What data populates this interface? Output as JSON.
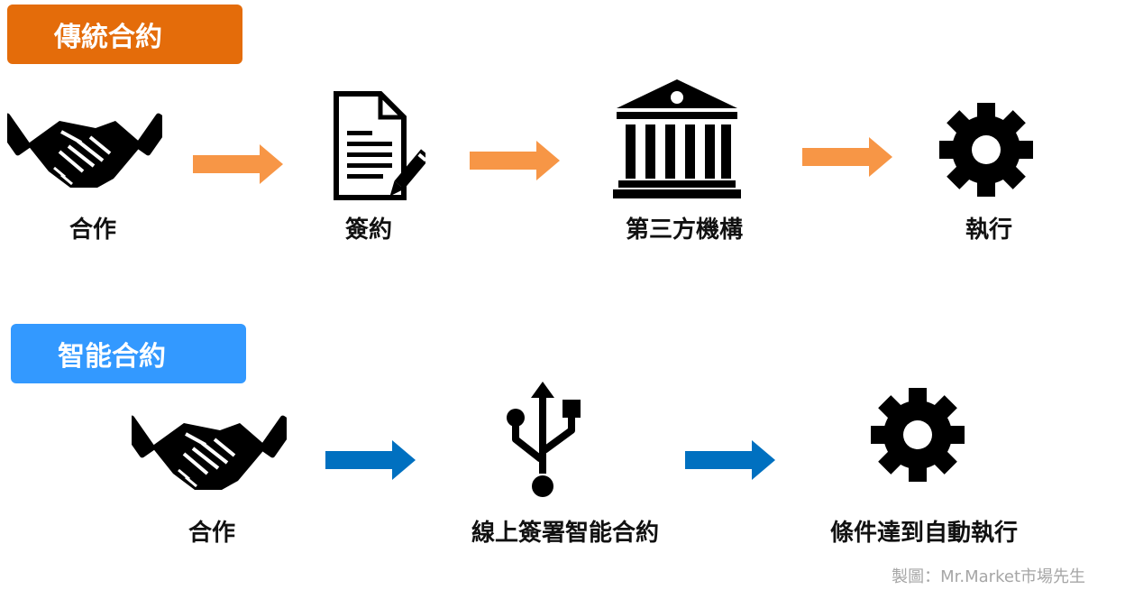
{
  "sections": {
    "traditional": {
      "title": "傳統合約",
      "color": "#e46c0a",
      "arrow_color": "#f79646",
      "steps": [
        "合作",
        "簽約",
        "第三方機構",
        "執行"
      ],
      "icons": [
        "handshake-icon",
        "contract-pen-icon",
        "bank-building-icon",
        "gear-icon"
      ]
    },
    "smart": {
      "title": "智能合約",
      "color": "#3399ff",
      "arrow_color": "#0070c0",
      "steps": [
        "合作",
        "線上簽署智能合約",
        "條件達到自動執行"
      ],
      "icons": [
        "handshake-icon",
        "usb-icon",
        "gear-icon"
      ]
    }
  },
  "credit": "製圖：Mr.Market市場先生"
}
